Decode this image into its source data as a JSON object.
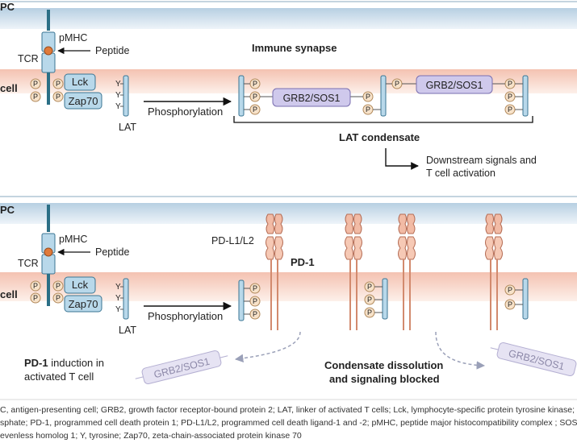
{
  "panel_top": {
    "apc_label": "PC",
    "cell_label": "cell",
    "pmhc_label": "pMHC",
    "tcr_label": "TCR",
    "peptide_label": "Peptide",
    "synapse_label": "Immune synapse",
    "lck_label": "Lck",
    "zap70_label": "Zap70",
    "y_label": "Y",
    "p_label": "P",
    "lat_label": "LAT",
    "phosphorylation_label": "Phosphorylation",
    "grb2_label": "GRB2/SOS1",
    "condensate_label": "LAT condensate",
    "downstream_line1": "Downstream signals and",
    "downstream_line2": "T cell activation"
  },
  "panel_bottom": {
    "apc_label": "PC",
    "cell_label": "cell",
    "pmhc_label": "pMHC",
    "tcr_label": "TCR",
    "peptide_label": "Peptide",
    "pdl_label": "PD-L1/L2",
    "pd1_label": "PD-1",
    "lck_label": "Lck",
    "zap70_label": "Zap70",
    "lat_label": "LAT",
    "phosphorylation_label": "Phosphorylation",
    "induction_bold": "PD-1",
    "induction_rest": " induction in",
    "induction_line2": "activated T cell",
    "dissolution_line1": "Condensate dissolution",
    "dissolution_line2": "and signaling blocked",
    "grb2_label": "GRB2/SOS1"
  },
  "caption": {
    "line1": "C, antigen-presenting cell; GRB2, growth factor receptor-bound protein 2; LAT, linker of activated T cells; Lck, lymphocyte-specific protein tyrosine kinase; P,",
    "line2": "sphate; PD-1, programmed cell death protein 1; PD-L1/L2, programmed cell death ligand-1 and -2; pMHC, peptide major histocompatibility complex ; SOS1, so",
    "line3": "evenless homolog 1; Y, tyrosine; Zap70, zeta-chain-associated protein kinase 70"
  },
  "colors": {
    "apc_band": "#c9dbe9",
    "cell_band": "#f9d6cb",
    "receptor_fill": "#b8d8ea",
    "receptor_stroke": "#3a7593",
    "grb2_fill": "#cfc9ec",
    "grb2_stroke": "#7a6fb0",
    "p_fill": "#f7e2c9",
    "p_stroke": "#b28a5c",
    "pd1_fill": "#f2bba5",
    "peptide_dot": "#e07a3a"
  }
}
